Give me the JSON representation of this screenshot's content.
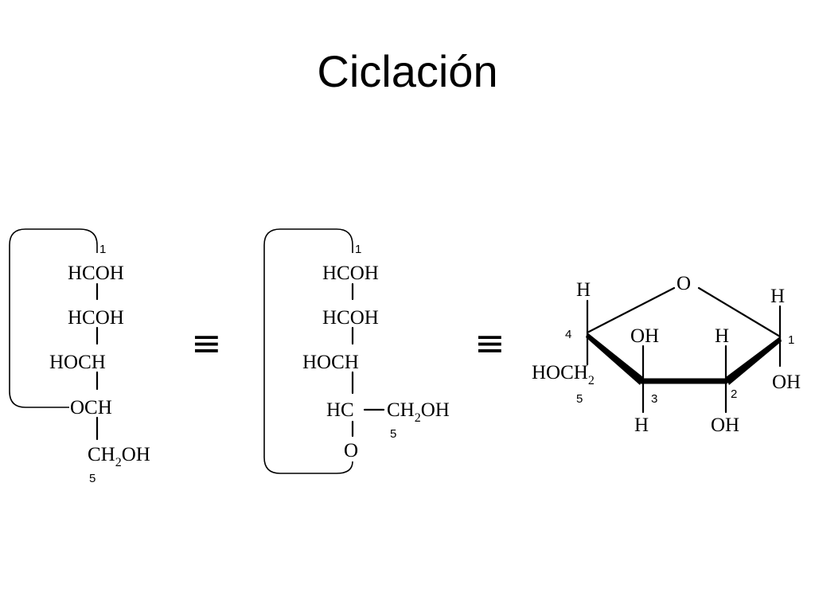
{
  "slide": {
    "title": "Ciclación"
  },
  "fischer_open": {
    "c1": "HCOH",
    "c2": "HCOH",
    "c3": "HOCH",
    "c4": "OCH",
    "c5": "CH",
    "c5_sub": "2",
    "c5_tail": "OH",
    "num_top": "1",
    "num_bottom": "5"
  },
  "equivalence": {
    "symbol": "≡"
  },
  "fischer_closed": {
    "c1": "HCOH",
    "c2": "HCOH",
    "c3": "HOCH",
    "c4": "HC",
    "c4_branch": "CH",
    "c4_branch_sub": "2",
    "c4_branch_tail": "OH",
    "ring_oxygen": "O",
    "num_top": "1",
    "num_branch": "5"
  },
  "haworth": {
    "ring_oxygen": "O",
    "c1_top": "H",
    "c1_bottom": "OH",
    "c1_num": "1",
    "c2_top": "H",
    "c2_bottom": "OH",
    "c2_num": "2",
    "c3_top": "OH",
    "c3_bottom": "H",
    "c3_num": "3",
    "c4_top": "H",
    "c4_num": "4",
    "c4_sub_main": "HOCH",
    "c4_sub_sub": "2",
    "c5_num": "5"
  }
}
